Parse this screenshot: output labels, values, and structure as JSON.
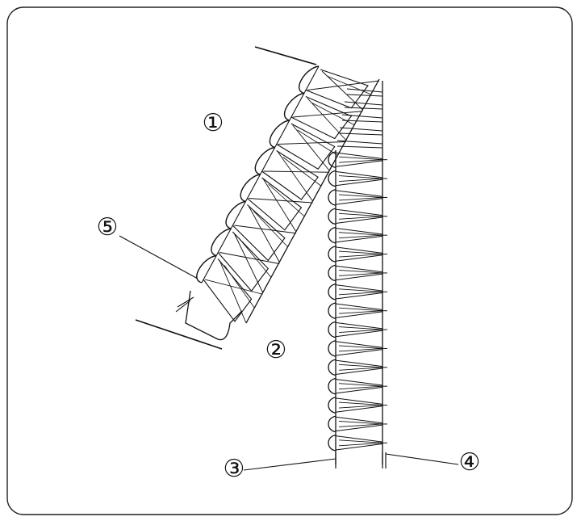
{
  "diagram": {
    "callouts": [
      {
        "id": "1",
        "label": "①"
      },
      {
        "id": "2",
        "label": "②"
      },
      {
        "id": "3",
        "label": "③"
      },
      {
        "id": "4",
        "label": "④"
      },
      {
        "id": "5",
        "label": "⑤"
      }
    ],
    "vertical_seam_loops": 16,
    "diagonal_seam_loops": 8
  }
}
